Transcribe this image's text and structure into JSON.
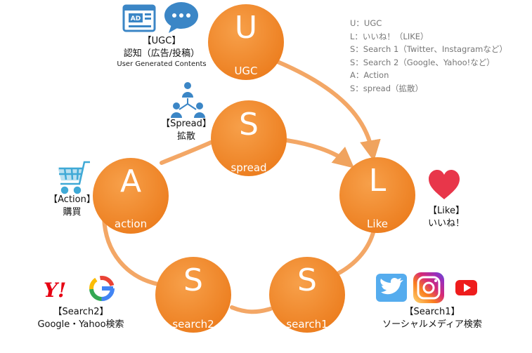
{
  "nodes": [
    {
      "id": "ugc",
      "letter": "U",
      "label": "UGC"
    },
    {
      "id": "spread",
      "letter": "S",
      "label": "spread"
    },
    {
      "id": "like",
      "letter": "L",
      "label": "Like"
    },
    {
      "id": "action",
      "letter": "A",
      "label": "action"
    },
    {
      "id": "search2",
      "letter": "S",
      "label": "search2"
    },
    {
      "id": "search1",
      "letter": "S",
      "label": "search1"
    }
  ],
  "legend": [
    "U：UGC",
    "L：いいね！（LIKE）",
    "S：Search 1（Twitter、Instagramなど）",
    "S：Search 2（Google、Yahoo!など）",
    "A：Action",
    "S：spread（拡散）"
  ],
  "annotations": {
    "ugc": {
      "title": "【UGC】",
      "subtitle": "認知（広告/投稿）",
      "note": "User Generated Contents"
    },
    "spread": {
      "title": "【Spread】",
      "subtitle": "拡散"
    },
    "action": {
      "title": "【Action】",
      "subtitle": "購買"
    },
    "like": {
      "title": "【Like】",
      "subtitle": "いいね！"
    },
    "search2": {
      "title": "【Search2】",
      "subtitle": "Google・Yahoo検索"
    },
    "search1": {
      "title": "【Search1】",
      "subtitle": "ソーシャルメディア検索"
    }
  },
  "icons": {
    "ad_badge": "AD",
    "yahoo_logo": "Y!",
    "google_logo": "G"
  },
  "colors": {
    "node_fill": "#f08a2c",
    "node_fill_dark": "#e07516",
    "connector": "#f0a35e",
    "twitter": "#55acee",
    "youtube": "#ee1c1c",
    "heart": "#e8364a",
    "icon_blue": "#3b86c6",
    "yahoo_red": "#e60012"
  }
}
